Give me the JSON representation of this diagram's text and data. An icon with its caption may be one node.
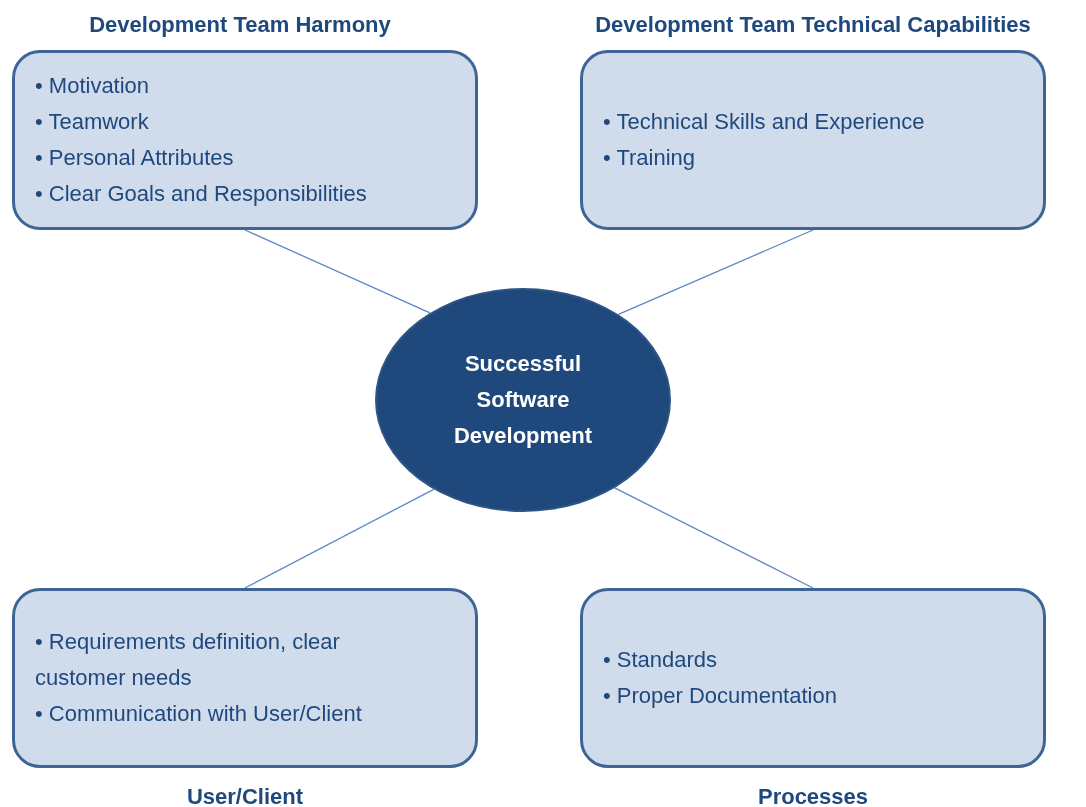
{
  "diagram": {
    "nodes": [
      {
        "text": [
          "Development Team Harmony",
          "• Motivation",
          "• Teamwork",
          "• Personal Attributes",
          "• Clear Goals and Responsibilities"
        ]
      },
      {
        "text": [
          "Development Team Technical Capabilities",
          "• Technical Skills and Experience",
          "• Training"
        ]
      },
      {
        "text": [
          "Successful Software Development"
        ]
      },
      {
        "text": [
          "• Requirements definition, clear customer needs",
          "• Communication with User/Client",
          "User/Client"
        ]
      },
      {
        "text": [
          "• Standards",
          "• Proper Documentation",
          "Processes"
        ]
      }
    ],
    "edges": [
      {
        "from": 2,
        "to": 0,
        "arrow": "none"
      },
      {
        "from": 2,
        "to": 1,
        "arrow": "none"
      },
      {
        "from": 2,
        "to": 3,
        "arrow": "none"
      },
      {
        "from": 2,
        "to": 4,
        "arrow": "none"
      }
    ]
  }
}
